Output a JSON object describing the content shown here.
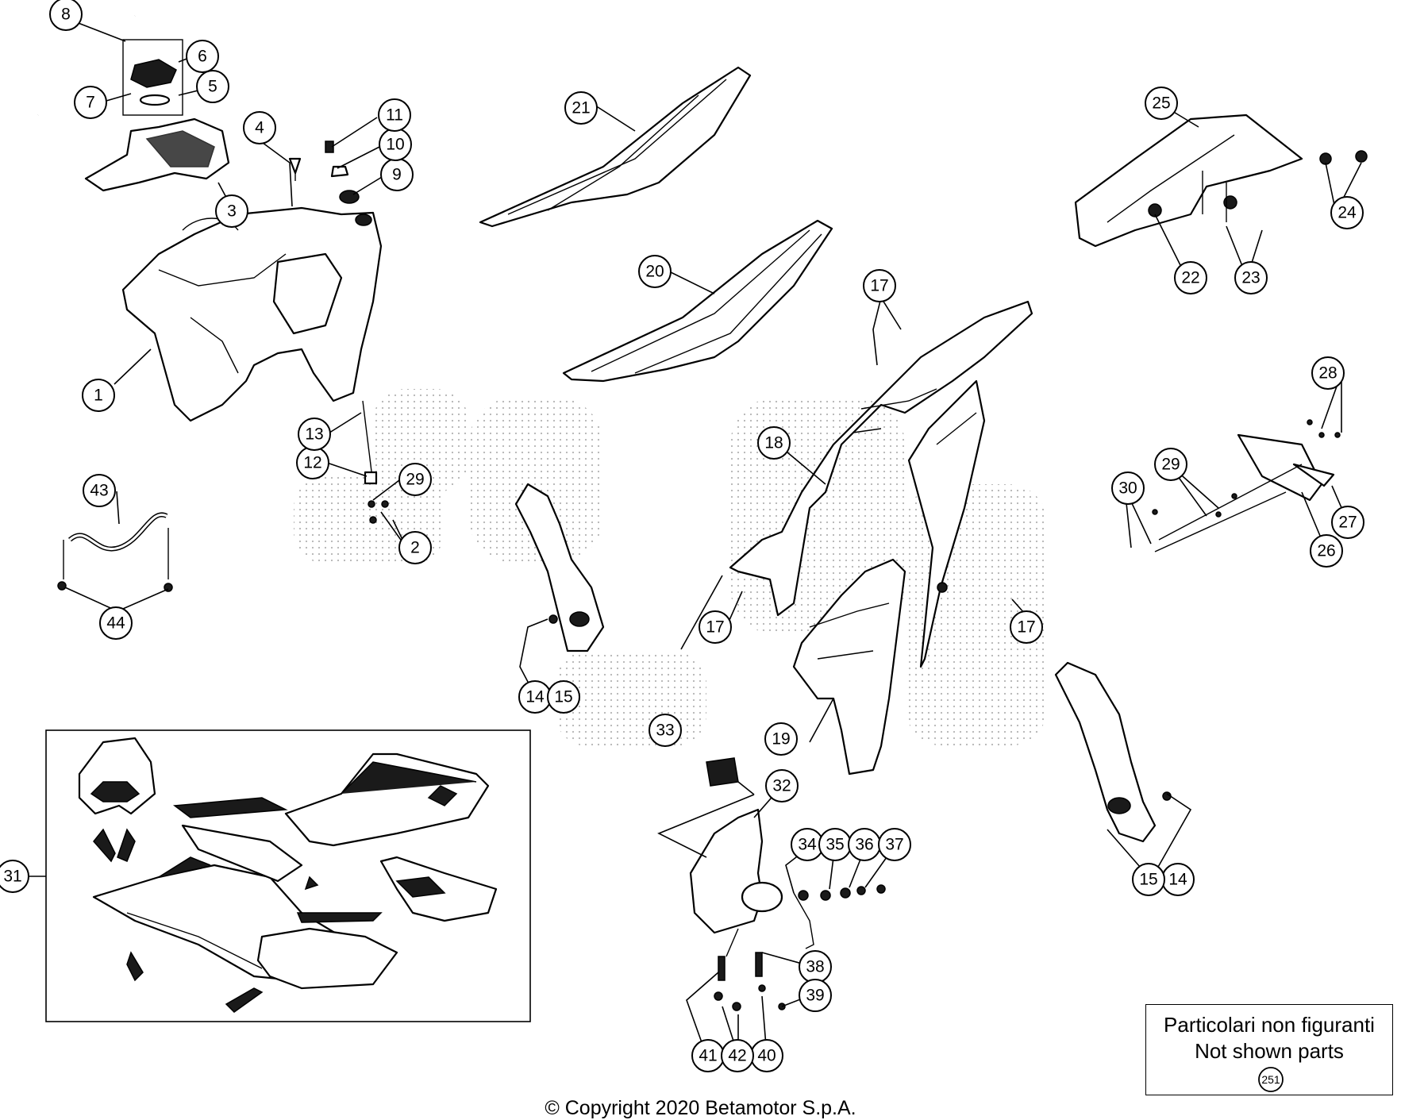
{
  "callouts": [
    "1",
    "2",
    "3",
    "4",
    "5",
    "6",
    "7",
    "8",
    "9",
    "10",
    "11",
    "12",
    "13",
    "14",
    "15",
    "17",
    "18",
    "19",
    "20",
    "21",
    "22",
    "23",
    "24",
    "25",
    "26",
    "27",
    "28",
    "29",
    "30",
    "31",
    "32",
    "33",
    "34",
    "35",
    "36",
    "37",
    "38",
    "39",
    "40",
    "41",
    "42",
    "43",
    "44",
    "251"
  ],
  "note": {
    "line1": "Particolari non figuranti",
    "line2": "Not shown parts",
    "ref": "251"
  },
  "copyright": "© Copyright 2020 Betamotor S.p.A."
}
